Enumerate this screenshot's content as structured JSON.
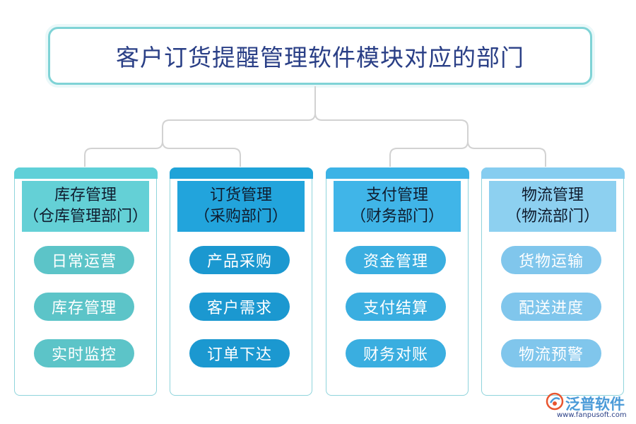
{
  "title": "客户订货提醒管理软件模块对应的部门",
  "modules": [
    {
      "name": "库存管理",
      "department": "（仓库管理部门）",
      "items": [
        "日常运营",
        "库存管理",
        "实时监控"
      ],
      "colors": {
        "bar": "#5fd0d8",
        "header": "#64d0d6",
        "pill": "#5cc4c8"
      }
    },
    {
      "name": "订货管理",
      "department": "（采购部门）",
      "items": [
        "产品采购",
        "客户需求",
        "订单下达"
      ],
      "colors": {
        "bar": "#1fa3d8",
        "header": "#22a4dc",
        "pill": "#1b98d0"
      }
    },
    {
      "name": "支付管理",
      "department": "（财务部门）",
      "items": [
        "资金管理",
        "支付结算",
        "财务对账"
      ],
      "colors": {
        "bar": "#3cb3e6",
        "header": "#40b5e8",
        "pill": "#3aaee0"
      }
    },
    {
      "name": "物流管理",
      "department": "（物流部门）",
      "items": [
        "货物运输",
        "配送进度",
        "物流预警"
      ],
      "colors": {
        "bar": "#86cdf0",
        "header": "#8dd0f0",
        "pill": "#80c6ec"
      }
    }
  ],
  "logo": {
    "text": "泛普软件",
    "url": "www.fanpusoft.com",
    "icon": "fanpu-logo-icon"
  }
}
